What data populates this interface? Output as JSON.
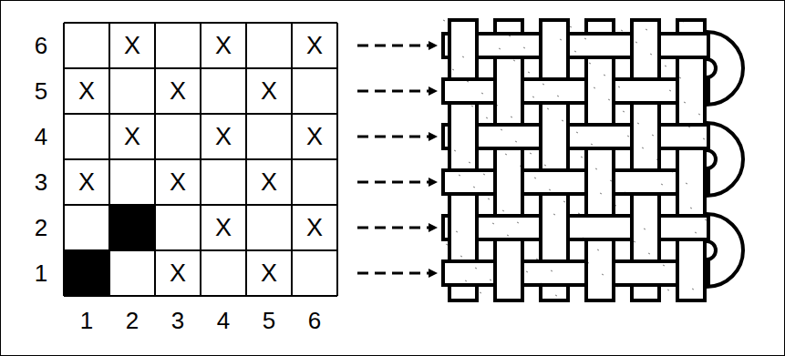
{
  "diagram": {
    "labels": [
      "6",
      "X",
      "X",
      "X",
      "5",
      "X",
      "X",
      "X",
      "4",
      "X",
      "X",
      "X",
      "3",
      "X",
      "X",
      "X",
      "2",
      "X",
      "X",
      "1",
      "X",
      "X",
      "1",
      "2",
      "3",
      "4",
      "5",
      "6"
    ]
  }
}
